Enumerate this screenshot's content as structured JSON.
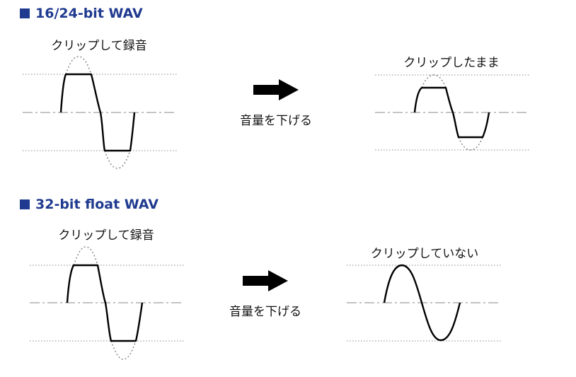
{
  "sections": [
    {
      "title": "16/24-bit WAV",
      "before_label": "クリップして録音",
      "action_label": "音量を下げる",
      "after_label": "クリップしたまま"
    },
    {
      "title": "32-bit float WAV",
      "before_label": "クリップして録音",
      "action_label": "音量を下げる",
      "after_label": "クリップしていない"
    }
  ],
  "colors": {
    "title": "#1f3a8f",
    "wave": "#000000",
    "guide": "#888888"
  }
}
